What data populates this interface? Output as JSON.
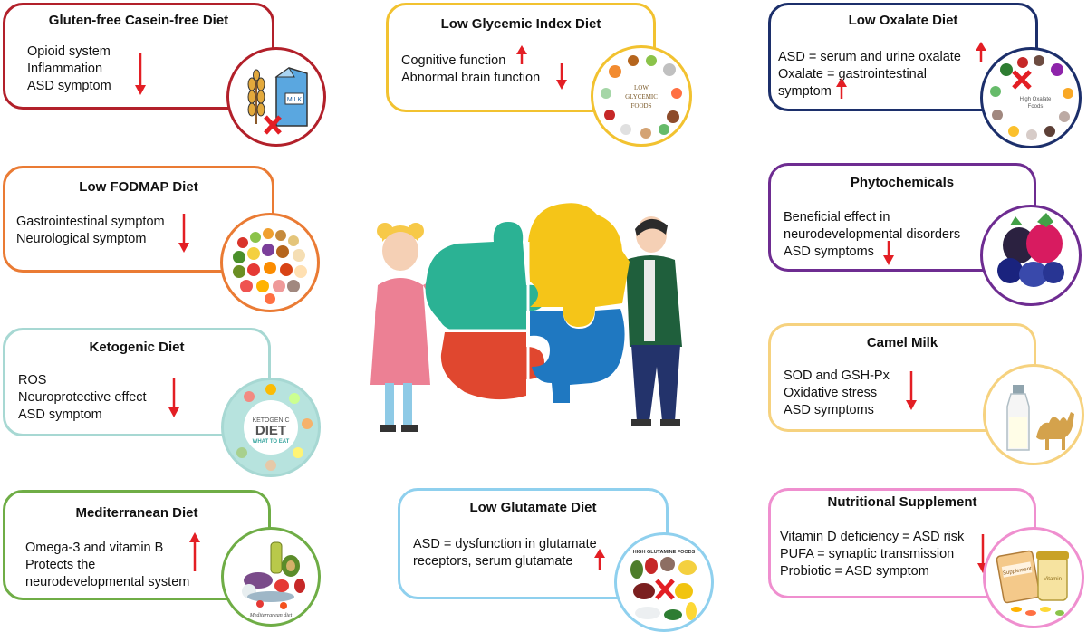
{
  "cards": {
    "gfcf": {
      "title": "Gluten-free Casein-free Diet",
      "lines": [
        "Opioid system",
        "Inflammation",
        "ASD symptom"
      ],
      "color": "#b2202a"
    },
    "lgi": {
      "title": "Low Glycemic Index Diet",
      "lines": [
        "Cognitive function",
        "Abnormal brain function"
      ],
      "color": "#f2c230",
      "image_lines": [
        "LOW",
        "GLYCEMIC",
        "FOODS"
      ]
    },
    "lox": {
      "title": "Low Oxalate Diet",
      "lines": [
        "ASD = serum and urine oxalate",
        "Oxalate = gastrointestinal",
        "symptom"
      ],
      "color": "#1c2f6b",
      "image_lines": [
        "High Oxalate",
        "Foods"
      ]
    },
    "fodmap": {
      "title": "Low FODMAP Diet",
      "lines": [
        "Gastrointestinal symptom",
        "Neurological symptom"
      ],
      "color": "#ea7b34"
    },
    "phyto": {
      "title": "Phytochemicals",
      "lines": [
        "Beneficial effect in",
        "neurodevelopmental disorders",
        "ASD symptoms"
      ],
      "color": "#6e2c91"
    },
    "keto": {
      "title": "Ketogenic Diet",
      "lines": [
        "ROS",
        "Neuroprotective effect",
        "ASD symptom"
      ],
      "color": "#a7d8d3",
      "image_lines": [
        "KETOGENIC",
        "DIET",
        "WHAT TO EAT"
      ]
    },
    "camel": {
      "title": "Camel Milk",
      "lines": [
        "SOD and GSH-Px",
        "Oxidative stress",
        "ASD symptoms"
      ],
      "color": "#f6d27f"
    },
    "med": {
      "title": "Mediterranean Diet",
      "lines": [
        "Omega-3 and vitamin B",
        "Protects the",
        "neurodevelopmental system"
      ],
      "color": "#6fad46",
      "image_caption": "Mediterranean diet"
    },
    "glu": {
      "title": "Low Glutamate Diet",
      "lines": [
        "ASD = dysfunction in glutamate",
        "receptors, serum glutamate"
      ],
      "color": "#8fd0ee",
      "image_caption": "HIGH GLUTAMINE FOODS"
    },
    "supp": {
      "title": "Nutritional Supplement",
      "lines": [
        "Vitamin D deficiency = ASD risk",
        "PUFA = synaptic transmission",
        "Probiotic = ASD symptom"
      ],
      "color": "#ef8fcf",
      "image_labels": [
        "Supplement",
        "Vitamin"
      ]
    }
  },
  "milk_label": "MILK",
  "colors": {
    "arrow": "#e31e24",
    "puzzle_green": "#2bb294",
    "puzzle_yellow": "#f5c518",
    "puzzle_red": "#e0472f",
    "puzzle_blue": "#1f78c1"
  }
}
